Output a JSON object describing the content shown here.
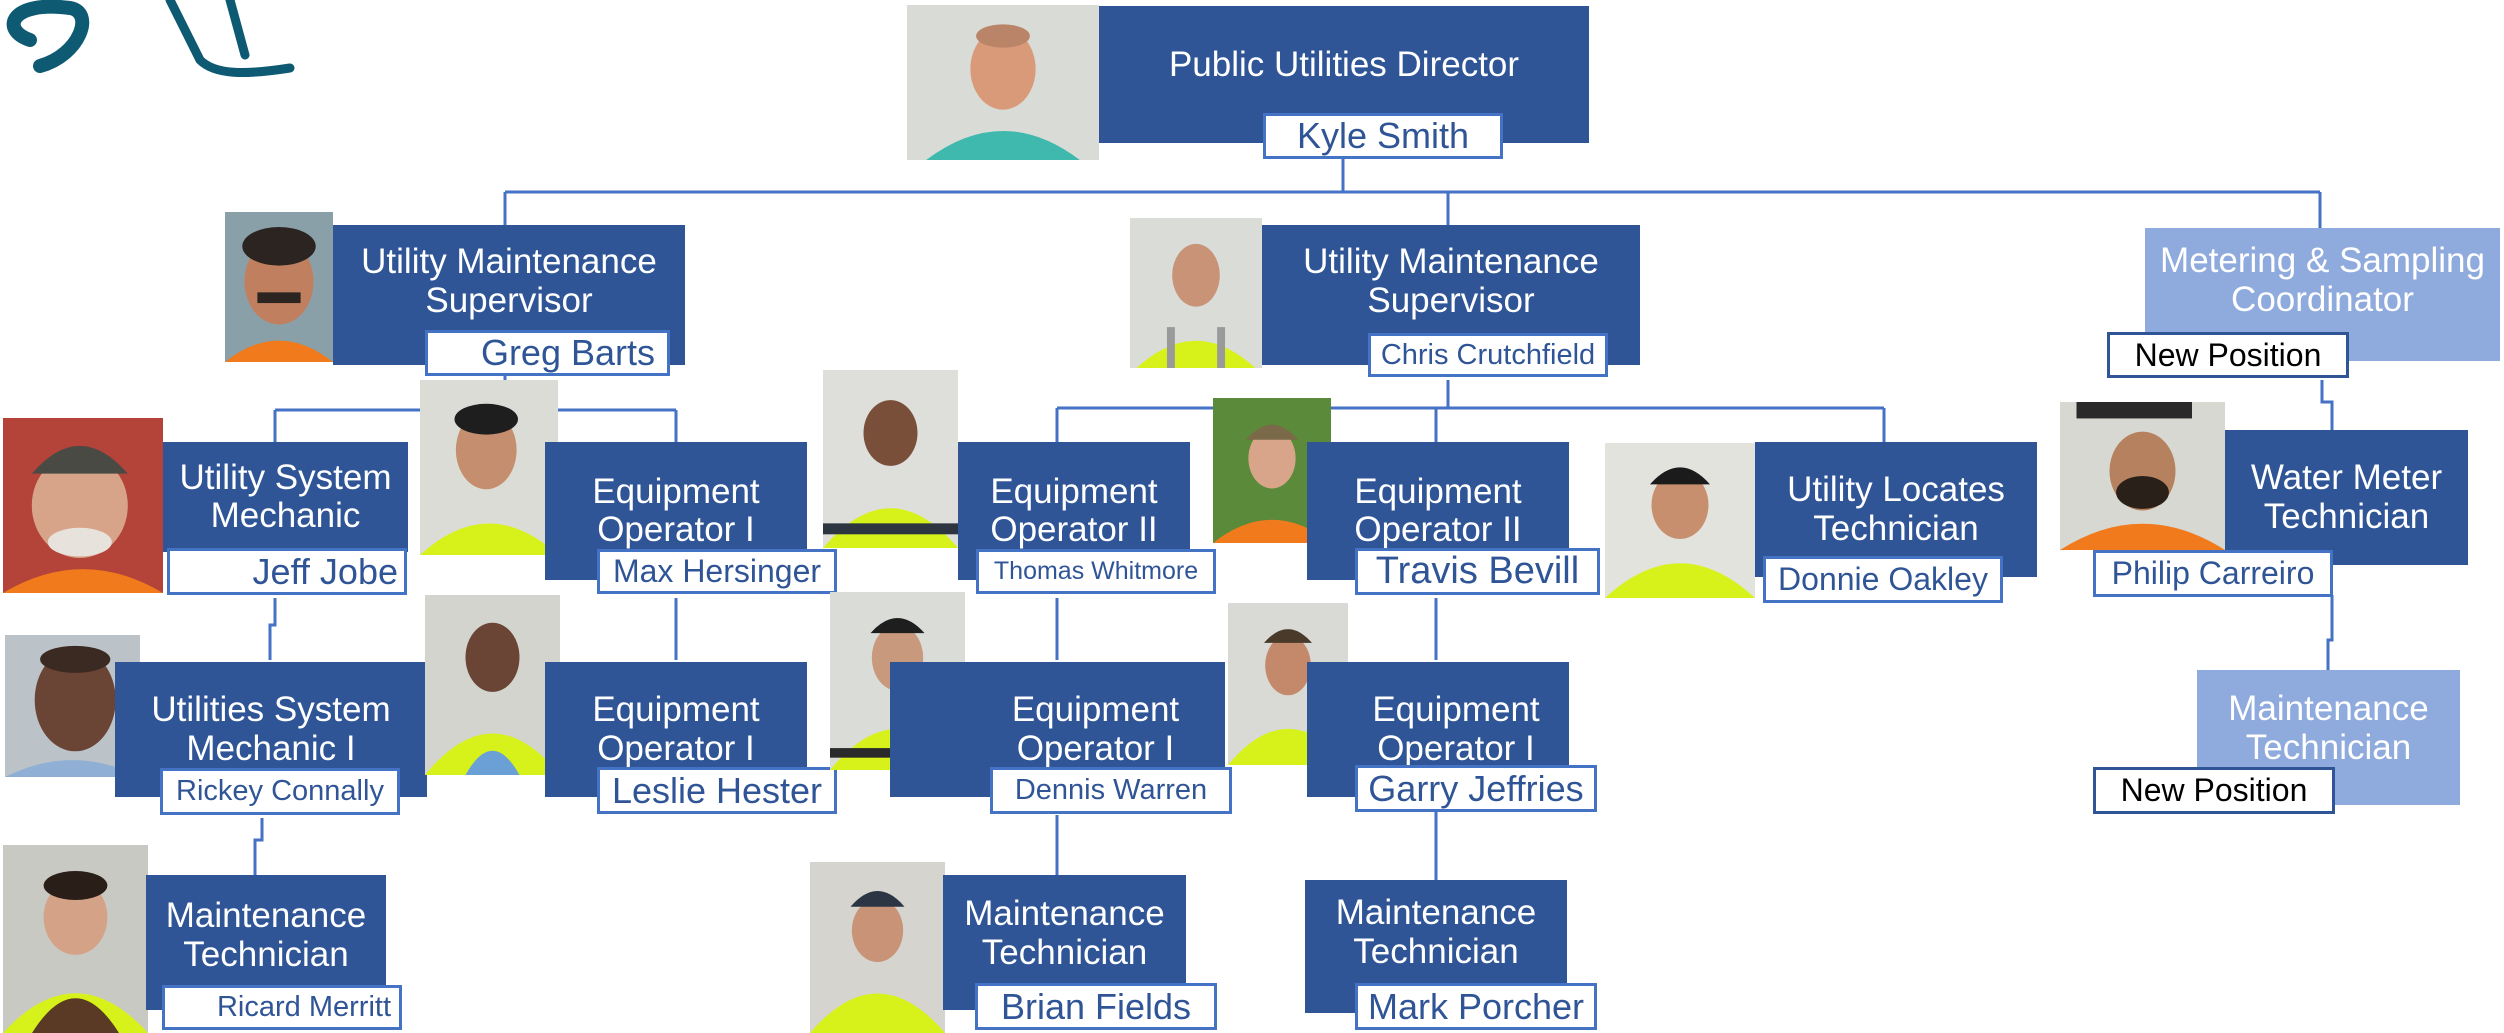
{
  "nodes": {
    "director": {
      "title": "Public Utilities Director",
      "name": "Kyle Smith"
    },
    "sup1": {
      "title": "Utility Maintenance\nSupervisor",
      "name": "Greg Barts"
    },
    "sup2": {
      "title": "Utility Maintenance\nSupervisor",
      "name": "Chris Crutchfield"
    },
    "metering": {
      "title": "Metering & Sampling\nCoordinator",
      "name": "New Position"
    },
    "jobe": {
      "title": "Utility System\nMechanic",
      "name": "Jeff Jobe"
    },
    "hersinger": {
      "title": "Equipment\nOperator I",
      "name": "Max Hersinger"
    },
    "whitmore": {
      "title": "Equipment\nOperator II",
      "name": "Thomas Whitmore"
    },
    "bevill": {
      "title": "Equipment\nOperator II",
      "name": "Travis Bevill"
    },
    "oakley": {
      "title": "Utility Locates\nTechnician",
      "name": "Donnie Oakley"
    },
    "carreiro": {
      "title": "Water Meter\nTechnician",
      "name": "Philip Carreiro"
    },
    "connally": {
      "title": "Utilities System\nMechanic I",
      "name": "Rickey Connally"
    },
    "hester": {
      "title": "Equipment\nOperator I",
      "name": "Leslie Hester"
    },
    "warren": {
      "title": "Equipment\nOperator I",
      "name": "Dennis Warren"
    },
    "jeffries": {
      "title": "Equipment\nOperator I",
      "name": "Garry Jeffries"
    },
    "maint_new": {
      "title": "Maintenance\nTechnician",
      "name": "New Position"
    },
    "merritt": {
      "title": "Maintenance\nTechnician",
      "name": "Ricard Merritt"
    },
    "fields": {
      "title": "Maintenance\nTechnician",
      "name": "Brian Fields"
    },
    "porcher": {
      "title": "Maintenance\nTechnician",
      "name": "Mark Porcher"
    }
  },
  "colors": {
    "title_box": "#2f5597",
    "title_box_vacant": "#8faadc",
    "name_border": "#4472c4",
    "name_text": "#2f5597",
    "connector": "#4472c4",
    "logo": "#0e5a73",
    "safety_vest": "#d7f21b",
    "orange_shirt": "#f07a1c"
  }
}
